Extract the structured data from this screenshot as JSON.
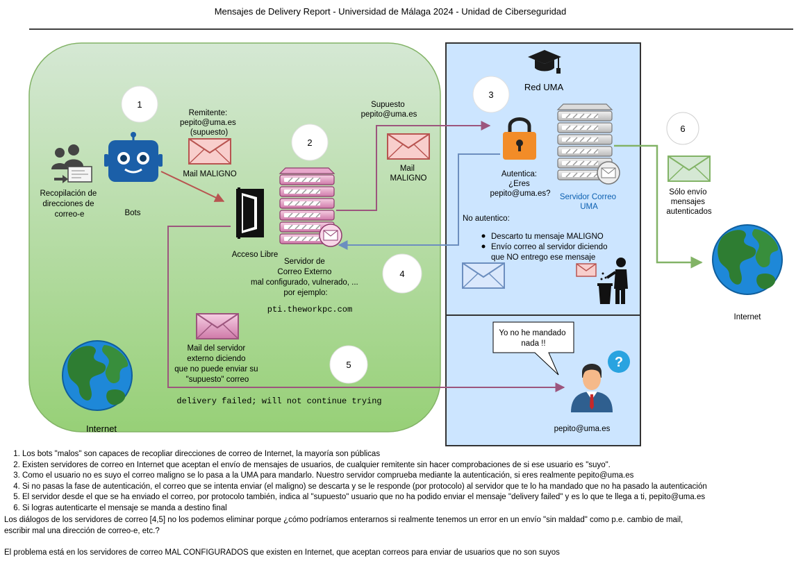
{
  "title": "Mensajes de Delivery Report - Universidad de Málaga 2024 - Unidad de Ciberseguridad",
  "internet_zone": {
    "label": "Internet"
  },
  "uma_zone": {
    "label": "Red UMA"
  },
  "steps": [
    "1",
    "2",
    "3",
    "4",
    "5",
    "6"
  ],
  "address_collection": {
    "lines": [
      "Recopilación de",
      "direcciones de",
      "correo-e"
    ]
  },
  "bots": {
    "label": "Bots"
  },
  "sender_note": {
    "lines": [
      "Remitente:",
      "pepito@uma.es",
      "(supuesto)"
    ]
  },
  "malign_mail_1": {
    "label": "Mail MALIGNO"
  },
  "open_access": {
    "label": "Acceso Libre"
  },
  "external_server": {
    "lines": [
      "Servidor de",
      "Correo Externo",
      "mal configurado, vulnerado, ...",
      "por ejemplo:"
    ],
    "host": "pti.theworkpc.com"
  },
  "supposed_sender": {
    "lines": [
      "Supuesto",
      "pepito@uma.es"
    ]
  },
  "malign_mail_2": {
    "lines": [
      "Mail",
      "MALIGNO"
    ]
  },
  "authenticate": {
    "lines": [
      "Autentica:",
      "¿Eres",
      "pepito@uma.es?"
    ]
  },
  "uma_server": {
    "lines": [
      "Servidor Correo",
      "UMA"
    ],
    "color": "#0b5fb0"
  },
  "no_auth": {
    "heading": "No autentico:",
    "bullets": [
      "Descarto tu mensaje MALIGNO",
      "Envío correo al servidor diciendo",
      "que NO entrego ese mensaje"
    ]
  },
  "only_authenticated": {
    "lines": [
      "Sólo envío",
      "mensajes",
      "autenticados"
    ]
  },
  "internet_right": {
    "label": "Internet"
  },
  "failure_mail": {
    "lines": [
      "Mail del servidor",
      "externo diciendo",
      "que no puede enviar su",
      "\"supuesto\" correo"
    ]
  },
  "delivery_failed": "delivery failed; will not continue trying",
  "speech_bubble": {
    "lines": [
      "Yo no he mandado",
      "nada !!"
    ]
  },
  "user": {
    "label": "pepito@uma.es"
  },
  "question_mark": "?",
  "notes": [
    "Los bots \"malos\" son capaces de recopliar direcciones de correo de Internet, la mayoría son públicas",
    "Existen servidores de correo en Internet que aceptan el envío de mensajes de usuarios, de cualquier remitente sin hacer comprobaciones de si ese usuario es \"suyo\".",
    "Como el usuario no es suyo el correo maligno se lo pasa a la UMA para mandarlo. Nuestro servidor comprueba mediante la autenticación, si eres realmente pepito@uma.es",
    "Si no pasas la fase de autenticación, el correo que se intenta enviar (el maligno) se descarta y se le responde (por protocolo) al servidor que te lo ha mandado que no ha pasado la autenticación",
    "El servidor desde el que se ha enviado el correo, por protocolo también, indica al \"supuesto\" usuario que no ha podido enviar el mensaje \"delivery failed\" y es lo que te llega a ti, pepito@uma.es",
    "Si logras autenticarte el mensaje se manda a destino final"
  ],
  "paragraph1": [
    "Los diálogos de los servidores de correo [4,5] no los podemos eliminar porque ¿cómo podríamos enterarnos si realmente tenemos un error en un envío \"sin maldad\" como p.e. cambio de mail,",
    "escribir mal una dirección de correo-e, etc.?"
  ],
  "paragraph2": "El problema está en los servidores de correo MAL CONFIGURADOS que existen en Internet, que aceptan correos para enviar de usuarios que no son suyos",
  "colors": {
    "internet_fill_top": "#d5e8d4",
    "internet_fill_bottom": "#97d077",
    "uma_fill": "#cce5ff",
    "arrow_red": "#b85450",
    "arrow_purple": "#9c557d",
    "arrow_blue": "#6c8ebf",
    "arrow_green": "#82b366"
  },
  "icons": [
    "robot-icon",
    "contacts-icon",
    "envelope-icon",
    "server-icon",
    "door-icon",
    "lock-icon",
    "globe-icon",
    "graduation-cap-icon",
    "trash-icon",
    "user-icon",
    "question-icon"
  ]
}
